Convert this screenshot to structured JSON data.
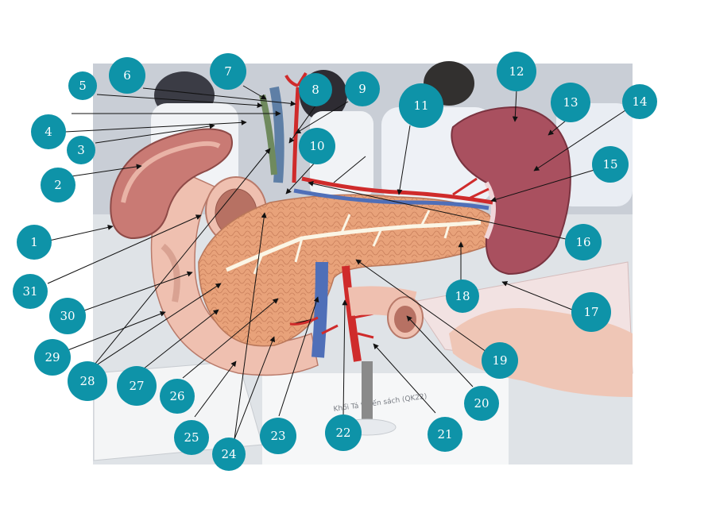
{
  "colors": {
    "label_fill": "#0e93a8",
    "label_text": "#ffffff",
    "leader_line": "#111111",
    "pancreas": "#e8a27a",
    "spleen": "#a9505f",
    "vein": "#4f6fb8",
    "artery": "#cf2b2b",
    "duodenum": "#efc0b0"
  },
  "photo": {
    "background_label": "Photo of an anatomical model of the pancreas, duodenum and spleen",
    "book_text": "Khổi Tá tuyến sách (QK22)"
  },
  "labels": [
    {
      "num": "1"
    },
    {
      "num": "2"
    },
    {
      "num": "3"
    },
    {
      "num": "4"
    },
    {
      "num": "5"
    },
    {
      "num": "6"
    },
    {
      "num": "7"
    },
    {
      "num": "8"
    },
    {
      "num": "9"
    },
    {
      "num": "10"
    },
    {
      "num": "11"
    },
    {
      "num": "12"
    },
    {
      "num": "13"
    },
    {
      "num": "14"
    },
    {
      "num": "15"
    },
    {
      "num": "16"
    },
    {
      "num": "17"
    },
    {
      "num": "18"
    },
    {
      "num": "19"
    },
    {
      "num": "20"
    },
    {
      "num": "21"
    },
    {
      "num": "22"
    },
    {
      "num": "23"
    },
    {
      "num": "24"
    },
    {
      "num": "25"
    },
    {
      "num": "26"
    },
    {
      "num": "27"
    },
    {
      "num": "28"
    },
    {
      "num": "29"
    },
    {
      "num": "30"
    },
    {
      "num": "31"
    }
  ]
}
